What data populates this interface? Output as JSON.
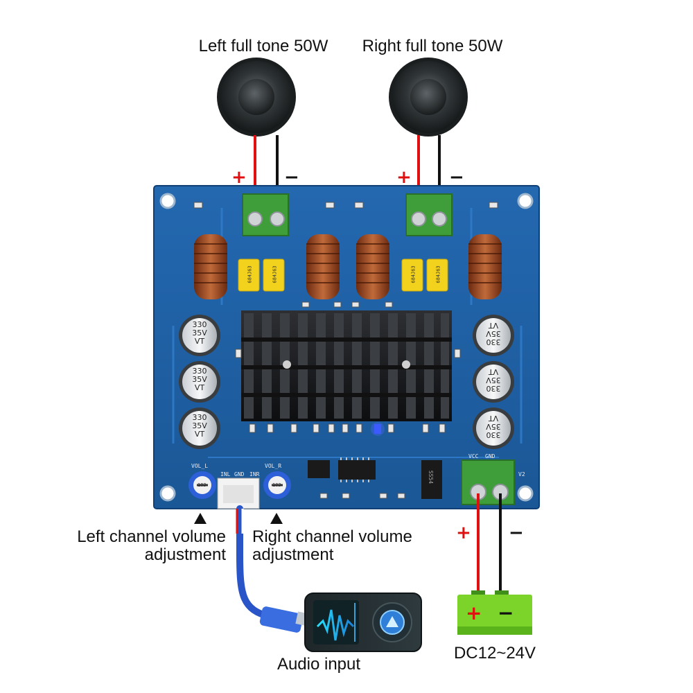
{
  "labels": {
    "left_speaker": "Left full tone 50W",
    "right_speaker": "Right full tone 50W",
    "left_volume": "Left channel volume\nadjustment",
    "left_volume_line1": "Left channel volume",
    "left_volume_line2": "adjustment",
    "right_volume_line1": "Right channel volume",
    "right_volume_line2": "adjustment",
    "audio_input": "Audio input",
    "power_supply": "DC12~24V"
  },
  "polarity": {
    "plus": "+",
    "minus": "−"
  },
  "board": {
    "capacitor_value_a": "330",
    "capacitor_value_b": "35V",
    "capacitor_value_c": "VT",
    "film_cap": "684J63",
    "vol_l": "VOL_L",
    "vol_r": "VOL_R",
    "inl": "INL",
    "gnd": "GND",
    "inr": "INR",
    "vcc": "VCC",
    "v2": "V2",
    "diode": "SS54",
    "pot": "103"
  },
  "colors": {
    "pcb": "#1f5fa3",
    "pcb_dark": "#154a85",
    "wire_red": "#e01010",
    "wire_black": "#111111",
    "terminal_green": "#3f9e3a",
    "battery_green": "#7cd32a",
    "cable_blue": "#2a55c8"
  },
  "icons": [
    "speaker-icon",
    "battery-icon",
    "audio-player-icon",
    "potentiometer-icon"
  ]
}
